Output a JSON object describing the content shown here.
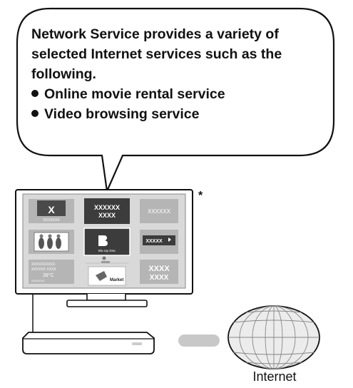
{
  "callout": {
    "lines": [
      "Network Service provides a variety of",
      "selected Internet services such as the",
      "following."
    ],
    "bullets": [
      "Online movie rental service",
      "Video browsing service"
    ]
  },
  "footnote_mark": "*",
  "tv_tiles": {
    "t1": "X",
    "t1_small": "XXXXXXX",
    "t2_a": "XXXXXX",
    "t2_b": "XXXX",
    "t3": "XXXXXX",
    "t5": "Blu-ray Disc",
    "t6": "XXXXX",
    "t7_a": "XXXXXXXXXX",
    "t7_b": "XXXXXX XXXX",
    "t7_c": "39°C",
    "t7_d": "XXXXXXX",
    "t8": "Market",
    "t9_a": "XXXX",
    "t9_b": "XXXX"
  },
  "internet_label": "Internet",
  "colors": {
    "tile_bg": "#b5b5b5",
    "screen_bg": "#d9d9d9",
    "dark_tile": "#3c3c3c",
    "cable": "#c8c8c8",
    "outline": "#111111"
  }
}
